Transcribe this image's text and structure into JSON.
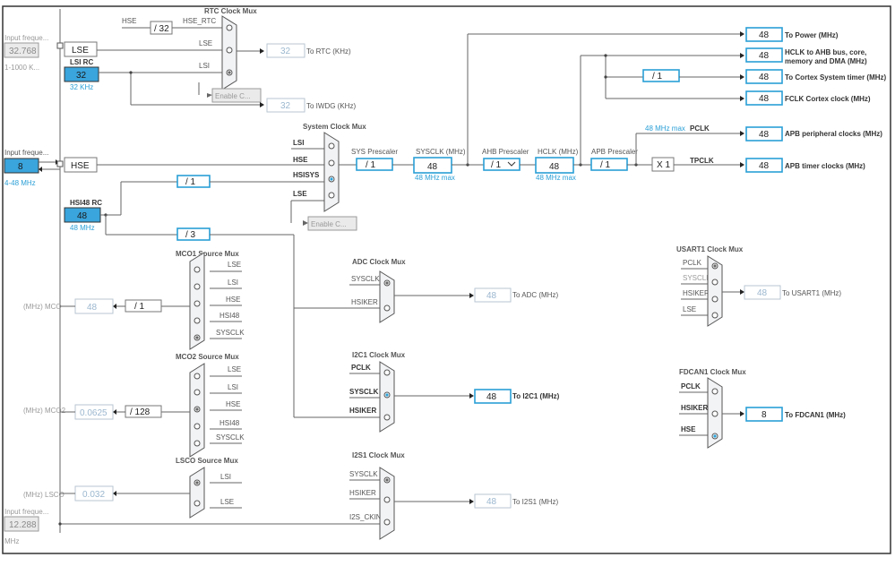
{
  "inputs": {
    "lse_freq": {
      "label": "Input freque...",
      "value": "32.768",
      "range": "1-1000 K..."
    },
    "hse_freq": {
      "label": "Input freque...",
      "value": "8",
      "range": "4-48 MHz"
    },
    "i2s_ckin_freq": {
      "label": "Input freque...",
      "value": "12.288",
      "unit": "MHz"
    }
  },
  "sources": {
    "lse": "LSE",
    "hse": "HSE",
    "lsi_rc": {
      "label": "LSI RC",
      "value": "32",
      "unit": "32 KHz"
    },
    "hsi48_rc": {
      "label": "HSI48 RC",
      "value": "48",
      "unit": "48 MHz"
    }
  },
  "rtc_mux": {
    "title": "RTC Clock Mux",
    "inputs": [
      "HSE",
      "LSE",
      "LSI"
    ],
    "prescaler": "/ 32",
    "hse_rtc": "HSE_RTC",
    "enable": "Enable C...",
    "rtc_value": "32",
    "rtc_label": "To RTC (KHz)",
    "iwdg_value": "32",
    "iwdg_label": "To IWDG (KHz)"
  },
  "system_mux": {
    "title": "System Clock Mux",
    "inputs": [
      "LSI",
      "HSE",
      "HSISYS",
      "LSE"
    ],
    "enable": "Enable C...",
    "hsi_div1": "/ 1",
    "hsi_div3": "/ 3"
  },
  "main_chain": {
    "sys_prescaler_label": "SYS Prescaler",
    "sys_prescaler": "/ 1",
    "sysclk_label": "SYSCLK (MHz)",
    "sysclk": "48",
    "sysclk_max": "48 MHz max",
    "ahb_label": "AHB Prescaler",
    "ahb": "/ 1",
    "hclk_label": "HCLK (MHz)",
    "hclk": "48",
    "hclk_max": "48 MHz max",
    "apb_label": "APB Prescaler",
    "apb": "/ 1",
    "x1": "X 1",
    "pclk": "PCLK",
    "pclk_max": "48 MHz max",
    "tpclk": "TPCLK",
    "cortex_div": "/ 1"
  },
  "outputs": [
    {
      "value": "48",
      "label": "To Power (MHz)"
    },
    {
      "value": "48",
      "label": "HCLK to AHB bus, core,",
      "label2": "memory and DMA (MHz)"
    },
    {
      "value": "48",
      "label": "To Cortex System timer (MHz)"
    },
    {
      "value": "48",
      "label": "FCLK Cortex clock (MHz)"
    },
    {
      "value": "48",
      "label": "APB peripheral clocks (MHz)"
    },
    {
      "value": "48",
      "label": "APB timer clocks (MHz)"
    }
  ],
  "mco1": {
    "title": "MCO1 Source Mux",
    "inputs": [
      "LSE",
      "LSI",
      "HSE",
      "HSI48",
      "SYSCLK"
    ],
    "div": "/ 1",
    "value": "48",
    "label": "(MHz) MCO"
  },
  "mco2": {
    "title": "MCO2 Source Mux",
    "inputs": [
      "LSE",
      "LSI",
      "HSE",
      "HSI48",
      "SYSCLK"
    ],
    "div": "/ 128",
    "value": "0.0625",
    "label": "(MHz) MCO2"
  },
  "lsco": {
    "title": "LSCO Source Mux",
    "inputs": [
      "LSI",
      "LSE"
    ],
    "value": "0.032",
    "label": "(MHz) LSCO"
  },
  "adc_mux": {
    "title": "ADC Clock Mux",
    "inputs": [
      "SYSCLK",
      "HSIKER"
    ],
    "value": "48",
    "label": "To ADC (MHz)"
  },
  "i2c1_mux": {
    "title": "I2C1 Clock Mux",
    "inputs": [
      "PCLK",
      "SYSCLK",
      "HSIKER"
    ],
    "value": "48",
    "label": "To I2C1 (MHz)"
  },
  "i2s1_mux": {
    "title": "I2S1 Clock Mux",
    "inputs": [
      "SYSCLK",
      "HSIKER",
      "I2S_CKIN"
    ],
    "value": "48",
    "label": "To I2S1 (MHz)"
  },
  "usart1_mux": {
    "title": "USART1 Clock Mux",
    "inputs": [
      "PCLK",
      "SYSCLK",
      "HSIKER",
      "LSE"
    ],
    "value": "48",
    "label": "To USART1 (MHz)"
  },
  "fdcan1_mux": {
    "title": "FDCAN1 Clock Mux",
    "inputs": [
      "PCLK",
      "HSIKER",
      "HSE"
    ],
    "value": "8",
    "label": "To FDCAN1 (MHz)"
  }
}
